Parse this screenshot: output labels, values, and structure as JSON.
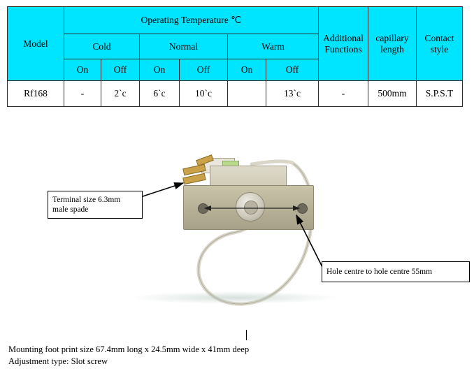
{
  "table": {
    "headers": {
      "model": "Model",
      "operating_temperature": "Operating Temperature ℃",
      "cold": "Cold",
      "normal": "Normal",
      "warm": "Warm",
      "additional_functions": "Additional Functions",
      "capillary_length": "capillary length",
      "contact_style": "Contact style",
      "on": "On",
      "off": "Off"
    },
    "row": {
      "model": "Rf168",
      "cold_on": "-",
      "cold_off": "2`c",
      "normal_on": "6`c",
      "normal_off": "10`c",
      "warm_on": "",
      "warm_off": "13`c",
      "additional_functions": "-",
      "capillary_length": "500mm",
      "contact_style": "S.P.S.T"
    }
  },
  "callouts": {
    "terminal": "Terminal size 6.3mm male spade",
    "hole": "Hole centre to hole centre 55mm"
  },
  "footnotes": {
    "line1": "Mounting foot print size 67.4mm long x 24.5mm wide x 41mm deep",
    "line2": "Adjustment type: Slot screw"
  },
  "colors": {
    "header_bg": "#00e5ff",
    "border": "#2d2d2d"
  }
}
